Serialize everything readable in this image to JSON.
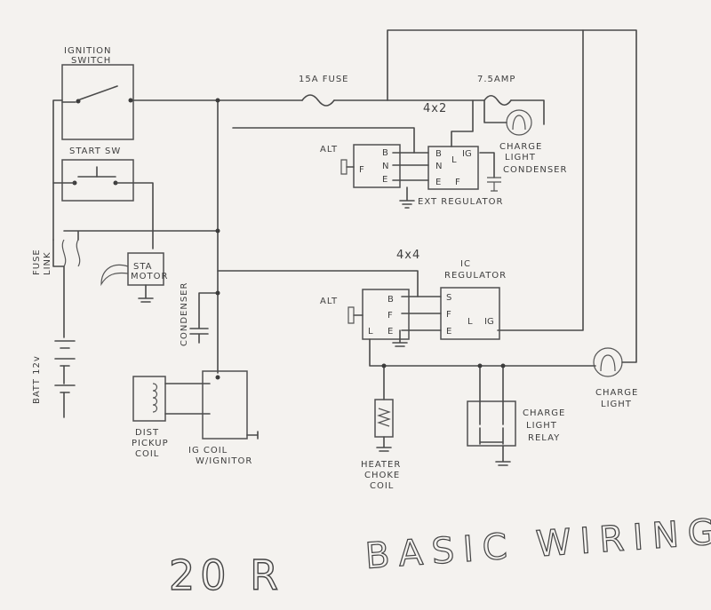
{
  "title": {
    "part1": "20 R",
    "part2": "BASIC WIRING"
  },
  "labels": {
    "ignition_switch": [
      "IGNITION",
      "SWITCH"
    ],
    "start_sw": "START SW",
    "fuse_15a": "15A FUSE",
    "fuse_75a": "7.5AMP",
    "config_4x2": "4x2",
    "config_4x4": "4x4",
    "charge_light_top": [
      "CHARGE",
      "LIGHT"
    ],
    "condenser_top": "CONDENSER",
    "ext_regulator": "EXT REGULATOR",
    "alt_top": "ALT",
    "alt_bottom": "ALT",
    "ic_regulator": [
      "IC",
      "REGULATOR"
    ],
    "fuse_link": [
      "FUSE",
      "LINK"
    ],
    "sta_motor": [
      "STA",
      "MOTOR"
    ],
    "condenser_left": "CONDENSER",
    "battery": "BATT 12v",
    "dist_pickup": [
      "DIST",
      "PICKUP",
      "COIL"
    ],
    "ig_coil": [
      "IG COIL",
      "W/IGNITOR"
    ],
    "heater_choke": [
      "HEATER",
      "CHOKE",
      "COIL"
    ],
    "charge_light_relay": [
      "CHARGE",
      "LIGHT",
      "RELAY"
    ],
    "charge_light_bottom": [
      "CHARGE",
      "LIGHT"
    ]
  },
  "terminals": {
    "alt_top": [
      "B",
      "N",
      "E",
      "F"
    ],
    "ext_reg": [
      "B",
      "N",
      "L",
      "IG",
      "E",
      "F"
    ],
    "alt_bottom": [
      "B",
      "F",
      "E",
      "L"
    ],
    "ic_reg": [
      "S",
      "F",
      "E",
      "L",
      "IG"
    ]
  }
}
